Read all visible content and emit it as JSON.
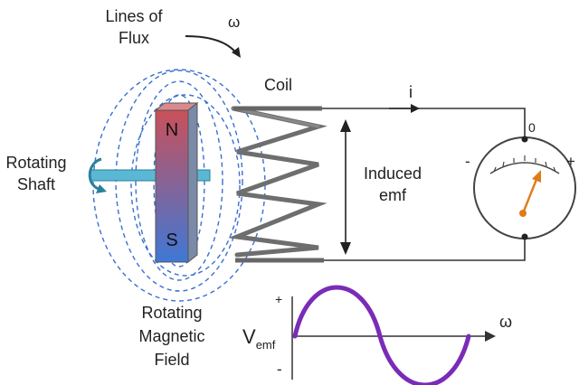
{
  "labels": {
    "lines_of_flux_1": "Lines of",
    "lines_of_flux_2": "Flux",
    "omega_top": "ω",
    "coil": "Coil",
    "current": "i",
    "meter_zero": "0",
    "meter_minus": "-",
    "meter_plus": "+",
    "rotating_shaft_1": "Rotating",
    "rotating_shaft_2": "Shaft",
    "north_pole": "N",
    "south_pole": "S",
    "induced_emf_1": "Induced",
    "induced_emf_2": "emf",
    "rotating_field_1": "Rotating",
    "rotating_field_2": "Magnetic",
    "rotating_field_3": "Field",
    "v_main": "V",
    "v_sub": "emf",
    "graph_plus": "+",
    "graph_minus": "-",
    "omega_axis": "ω"
  },
  "colors": {
    "flux_lines": "#3a6fd1",
    "shaft": "#5bb8d4",
    "magnet_north": "#c9505a",
    "magnet_south": "#3f78d6",
    "coil": "#6e6e6e",
    "wire": "#333333",
    "needle": "#e07b1a",
    "sine_wave": "#7a2bb8"
  }
}
